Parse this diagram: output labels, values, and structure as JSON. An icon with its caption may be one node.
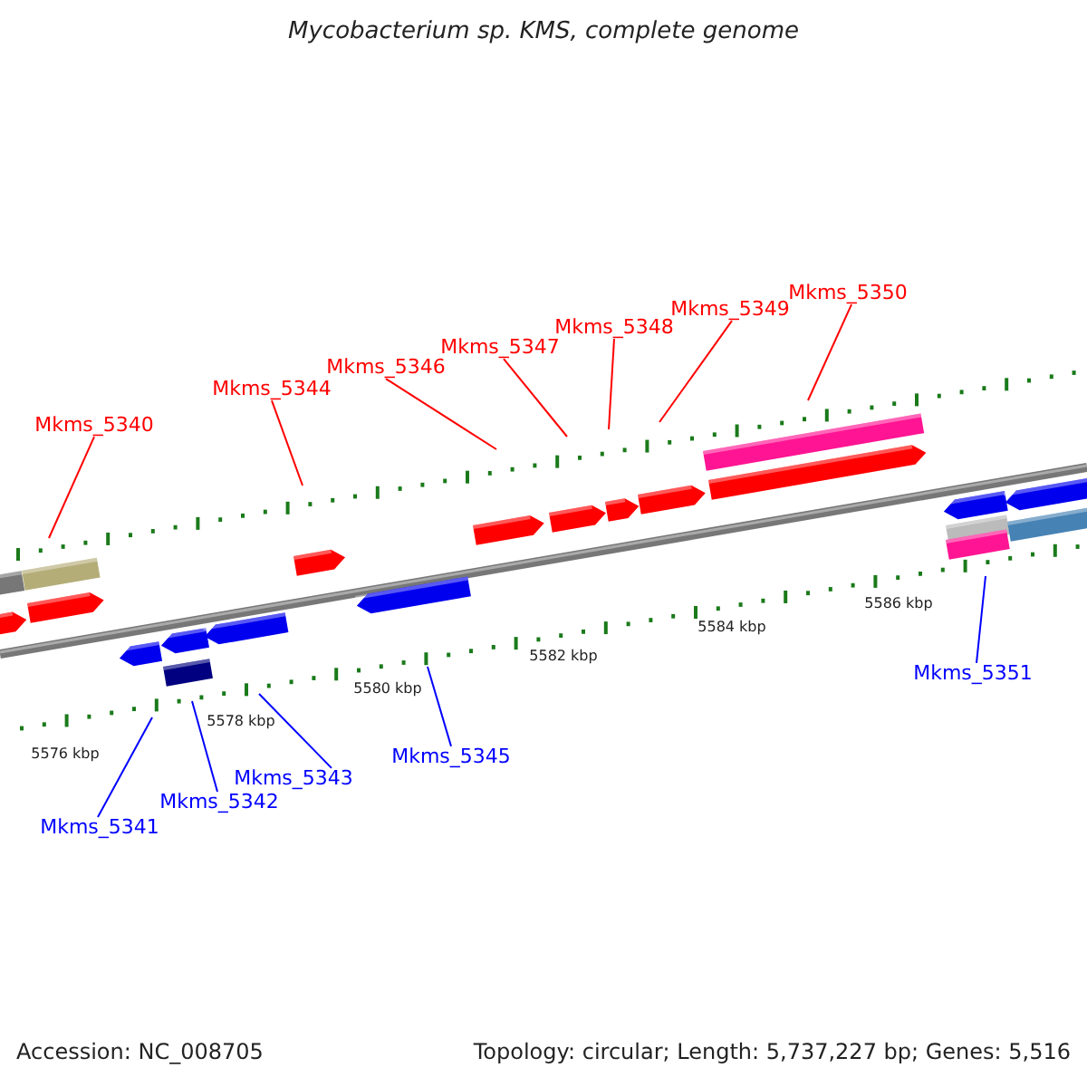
{
  "diagram": {
    "title": "Mycobacterium sp. KMS, complete genome",
    "nodes": [
      {
        "text": [
          "Mkms_5340"
        ]
      },
      {
        "text": [
          "Mkms_5344"
        ]
      },
      {
        "text": [
          "Mkms_5346"
        ]
      },
      {
        "text": [
          "Mkms_5347"
        ]
      },
      {
        "text": [
          "Mkms_5348"
        ]
      },
      {
        "text": [
          "Mkms_5349"
        ]
      },
      {
        "text": [
          "Mkms_5350"
        ]
      },
      {
        "text": [
          "Mkms_5341"
        ]
      },
      {
        "text": [
          "Mkms_5342"
        ]
      },
      {
        "text": [
          "Mkms_5343"
        ]
      },
      {
        "text": [
          "Mkms_5345"
        ]
      },
      {
        "text": [
          "Mkms_5351"
        ]
      }
    ],
    "edges": [
      {
        "from": 0,
        "to": null,
        "arrow": "none"
      },
      {
        "from": 1,
        "to": null,
        "arrow": "none"
      },
      {
        "from": 2,
        "to": null,
        "arrow": "none"
      },
      {
        "from": 3,
        "to": null,
        "arrow": "none"
      },
      {
        "from": 4,
        "to": null,
        "arrow": "none"
      },
      {
        "from": 5,
        "to": null,
        "arrow": "none"
      },
      {
        "from": 6,
        "to": null,
        "arrow": "none"
      },
      {
        "from": 7,
        "to": null,
        "arrow": "none",
        "color": "#0000ff"
      },
      {
        "from": 8,
        "to": null,
        "arrow": "none",
        "color": "#0000ff"
      },
      {
        "from": 9,
        "to": null,
        "arrow": "none",
        "color": "#0000ff"
      },
      {
        "from": 10,
        "to": null,
        "arrow": "none",
        "color": "#0000ff"
      },
      {
        "from": 11,
        "to": null,
        "arrow": "none",
        "color": "#0000ff"
      }
    ],
    "labels": [
      "5576 kbp",
      "5578 kbp",
      "5580 kbp",
      "5582 kbp",
      "5584 kbp",
      "5586 kbp",
      "Accession: NC_008705",
      "Topology: circular; Length: 5,737,227 bp; Genes: 5,516"
    ]
  }
}
